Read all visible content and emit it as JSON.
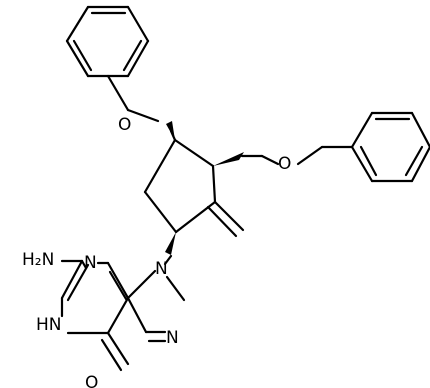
{
  "molecule": {
    "atoms": {
      "amine": "H₂N",
      "ring_n_bottom": "HN",
      "ring_n_upper": "N",
      "imidazole_n_top": "N",
      "imidazole_n_right": "N",
      "carbonyl_o": "O",
      "ether_o_left": "O",
      "ether_o_right": "O"
    },
    "colors": {
      "ink": "#000000",
      "background": "#ffffff"
    }
  }
}
